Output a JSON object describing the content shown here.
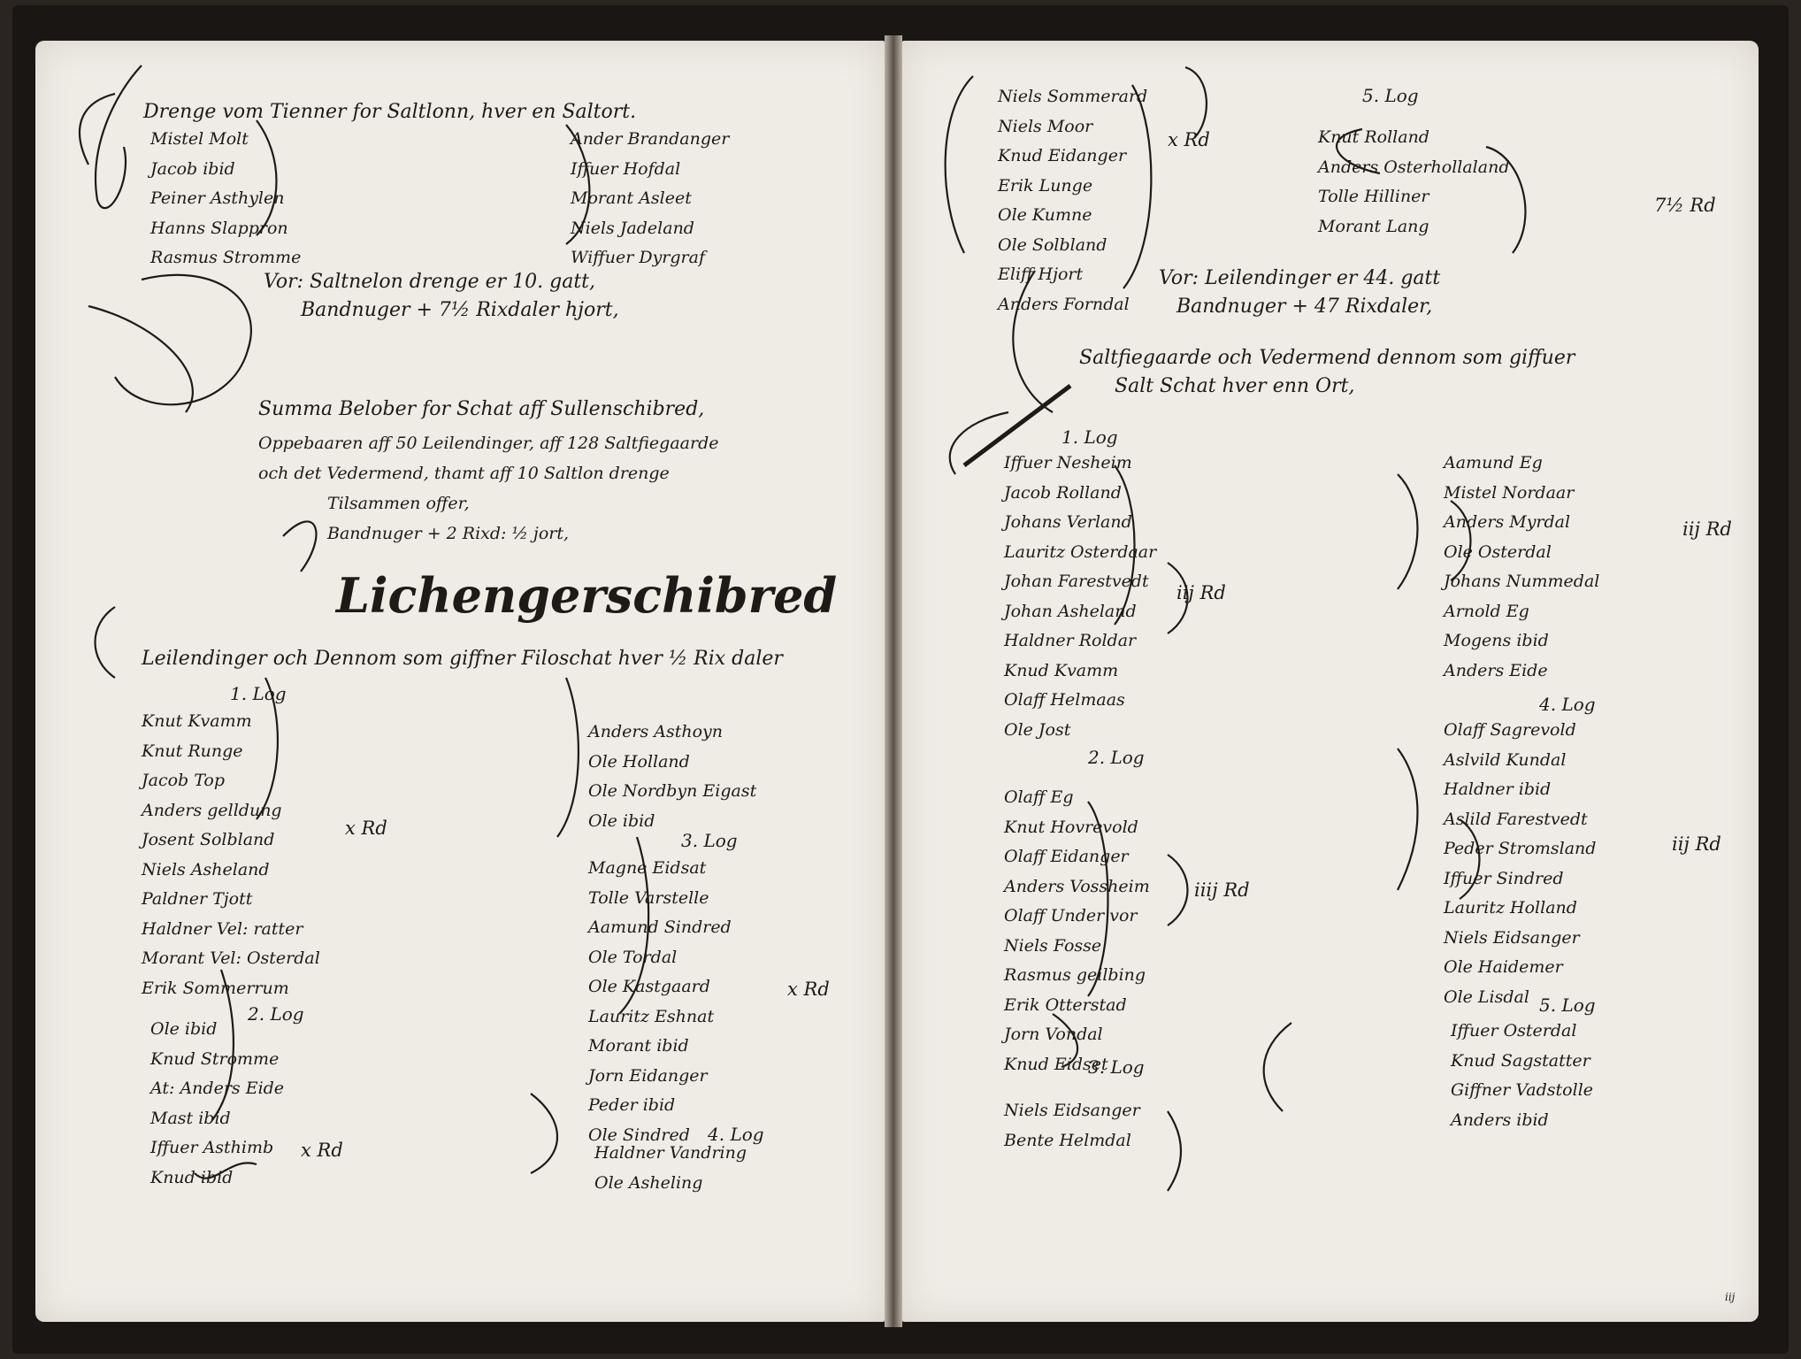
{
  "left_page": {
    "heading_1": "Drenge vom Tienner for Saltlonn, hver en Saltort.",
    "list_a": [
      "Mistel Molt",
      "Jacob ibid",
      "Peiner Asthylen",
      "Hanns Slappron",
      "Rasmus Stromme"
    ],
    "list_b": [
      "Ander Brandanger",
      "Iffuer Hofdal",
      "Morant Asleet",
      "Niels Jadeland",
      "Wiffuer Dyrgraf"
    ],
    "sum_line_1": "Vor: Saltnelon drenge er 10. gatt,",
    "sum_line_2": "Bandnuger + 7½ Rixdaler hjort,",
    "summa": [
      "Summa Belober for Schat aff Sullenschibred,",
      "Oppebaaren aff 50 Leilendinger, aff 128 Saltfiegaarde",
      "och det Vedermend, thamt aff 10 Saltlon drenge",
      "Tilsammen offer,",
      "Bandnuger + 2 Rixd: ½ jort,"
    ],
    "title": "Lichengerschibred",
    "subheading": "Leilendinger och Dennom som giffner Filoschat hver ½ Rix daler",
    "group_1": "1. Log",
    "group_1_names": [
      "Knut Kvamm",
      "Knut Runge",
      "Jacob Top",
      "Anders gelldung",
      "Josent Solbland",
      "Niels Asheland",
      "Paldner Tjott",
      "Haldner Vel: ratter",
      "Morant Vel: Osterdal",
      "Erik Sommerrum"
    ],
    "group_1_amount": "x Rd",
    "group_2": "2. Log",
    "group_2_names": [
      "Ole ibid",
      "Knud Stromme",
      "At: Anders Eide",
      "Mast ibid",
      "Iffuer Asthimb",
      "Knud ibid"
    ],
    "group_2_amount": "x Rd",
    "col2_names": [
      "Anders Asthoyn",
      "Ole Holland",
      "Ole Nordbyn Eigast",
      "Ole ibid"
    ],
    "group_3": "3. Log",
    "group_3_names": [
      "Magne Eidsat",
      "Tolle Varstelle",
      "Aamund Sindred",
      "Ole Tordal",
      "Ole Kastgaard",
      "Lauritz Eshnat",
      "Morant ibid",
      "Jorn Eidanger",
      "Peder ibid",
      "Ole Sindred"
    ],
    "group_3_amount": "x Rd",
    "group_4": "4. Log",
    "group_4_names": [
      "Haldner Vandring",
      "Ole Asheling"
    ]
  },
  "right_page": {
    "list_top": [
      "Niels Sommerard",
      "Niels Moor",
      "Knud Eidanger",
      "Erik Lunge",
      "Ole Kumne",
      "Ole Solbland",
      "Eliff Hjort",
      "Anders Forndal"
    ],
    "list_top_amount": "x Rd",
    "group_5_header": "5. Log",
    "group_5a_names": [
      "Knut Rolland",
      "Anders Osterhollaland",
      "Tolle Hilliner",
      "Morant Lang"
    ],
    "group_5a_amount": "7½ Rd",
    "sum_line_1": "Vor: Leilendinger er 44. gatt",
    "sum_line_2": "Bandnuger + 47 Rixdaler,",
    "heading_2_line_1": "Saltfiegaarde och Vedermend dennom som giffuer",
    "heading_2_line_2": "Salt Schat hver enn Ort,",
    "g1": "1. Log",
    "g1_names": [
      "Iffuer Nesheim",
      "Jacob Rolland",
      "Johans Verland",
      "Lauritz Osterdaar",
      "Johan Farestvedt",
      "Johan Asheland",
      "Haldner Roldar",
      "Knud Kvamm",
      "Olaff Helmaas",
      "Ole Jost"
    ],
    "g1_amount": "iij Rd",
    "g2": "2. Log",
    "g2_names": [
      "Olaff Eg",
      "Knut Hovrevold",
      "Olaff Eidanger",
      "Anders Vossheim",
      "Olaff Under vor",
      "Niels Fosse",
      "Rasmus geilbing",
      "Erik Otterstad",
      "Jorn Vondal",
      "Knud Eidset"
    ],
    "g2_amount": "iiij Rd",
    "g3": "3. Log",
    "g3_names": [
      "Niels Eidsanger",
      "Bente Helmdal"
    ],
    "g4_col_names": [
      "Aamund Eg",
      "Mistel Nordaar",
      "Anders Myrdal",
      "Ole Osterdal",
      "Johans Nummedal",
      "Arnold Eg",
      "Mogens ibid",
      "Anders Eide"
    ],
    "g4_col_amount": "iij Rd",
    "g4": "4. Log",
    "g4_names": [
      "Olaff Sagrevold",
      "Aslvild Kundal",
      "Haldner ibid",
      "Aslild Farestvedt",
      "Peder Stromsland",
      "Iffuer Sindred",
      "Lauritz Holland",
      "Niels Eidsanger",
      "Ole Haidemer",
      "Ole Lisdal"
    ],
    "g4_amount": "iij Rd",
    "g5": "5. Log",
    "g5_names": [
      "Iffuer Osterdal",
      "Knud Sagstatter",
      "Giffner Vadstolle",
      "Anders ibid"
    ],
    "page_mark": "iij"
  }
}
